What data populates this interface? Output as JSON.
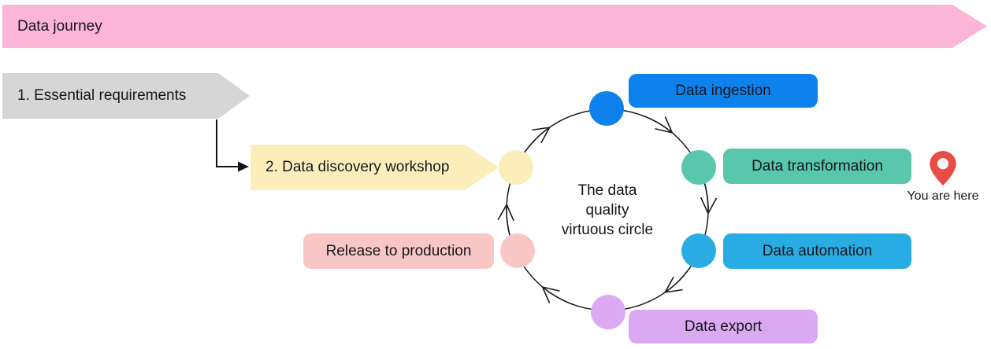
{
  "banner": {
    "label": "Data journey",
    "color": "#fbb5d8"
  },
  "steps": [
    {
      "label": "1. Essential requirements",
      "color": "#d6d6d6"
    },
    {
      "label": "2. Data discovery workshop",
      "color": "#fceebb"
    }
  ],
  "cycle": {
    "title_lines": [
      "The data",
      "quality",
      "virtuous circle"
    ],
    "line_color": "#1a1a1a",
    "workshop_node_color": "#fceebb",
    "stations": [
      {
        "label": "Data ingestion",
        "color": "#0e82ec"
      },
      {
        "label": "Data transformation",
        "color": "#58c7ac"
      },
      {
        "label": "Data automation",
        "color": "#29ace4"
      },
      {
        "label": "Data export",
        "color": "#daa9f2"
      },
      {
        "label": "Release to production",
        "color": "#f9c6c6"
      }
    ]
  },
  "you_are_here": {
    "label": "You are here",
    "pin_color": "#e74c45",
    "pin_hole_color": "#f4f4f4"
  }
}
